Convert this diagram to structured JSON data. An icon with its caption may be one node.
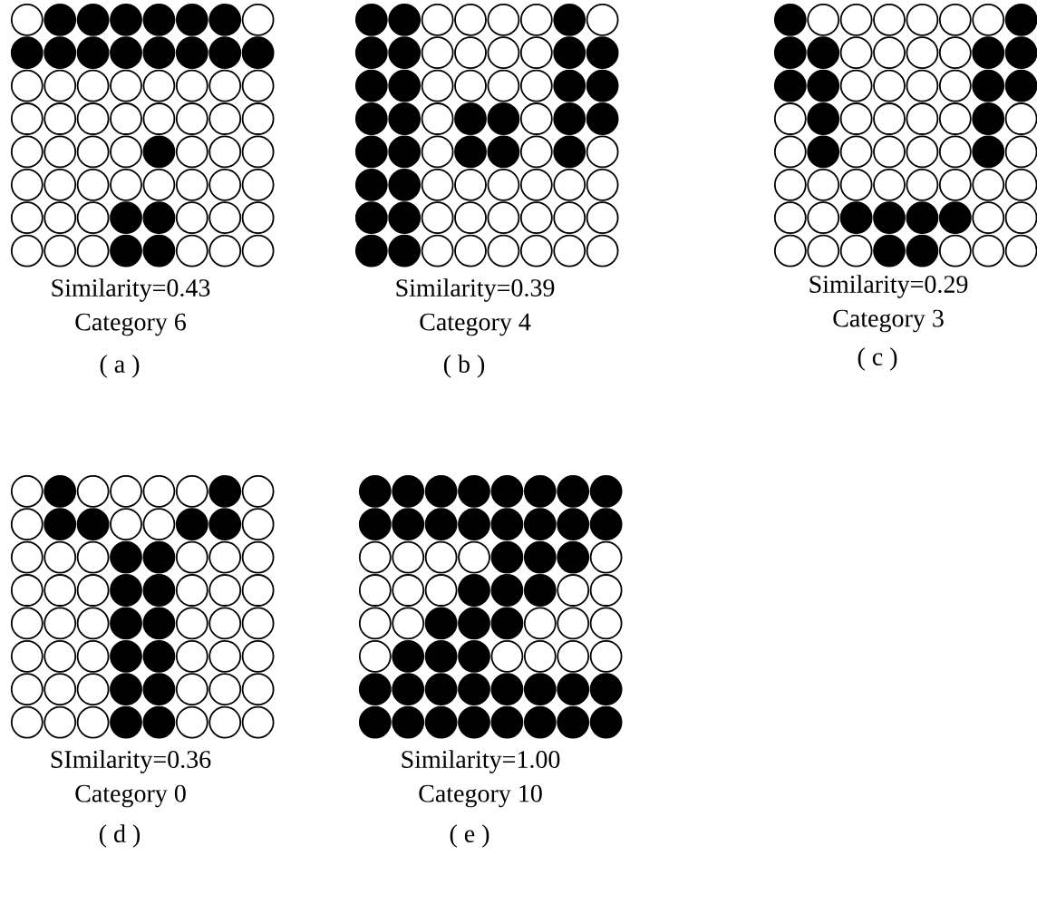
{
  "diagram": {
    "labels": [
      "Similarity=0.43",
      "Category 6",
      "( a )",
      "Similarity=0.39",
      "Category 4",
      "( b )",
      "Similarity=0.29",
      "Category 3",
      "( c )",
      "SImilarity=0.36",
      "Category 0",
      "( d )",
      "Similarity=1.00",
      "Category 10",
      "( e )"
    ]
  }
}
